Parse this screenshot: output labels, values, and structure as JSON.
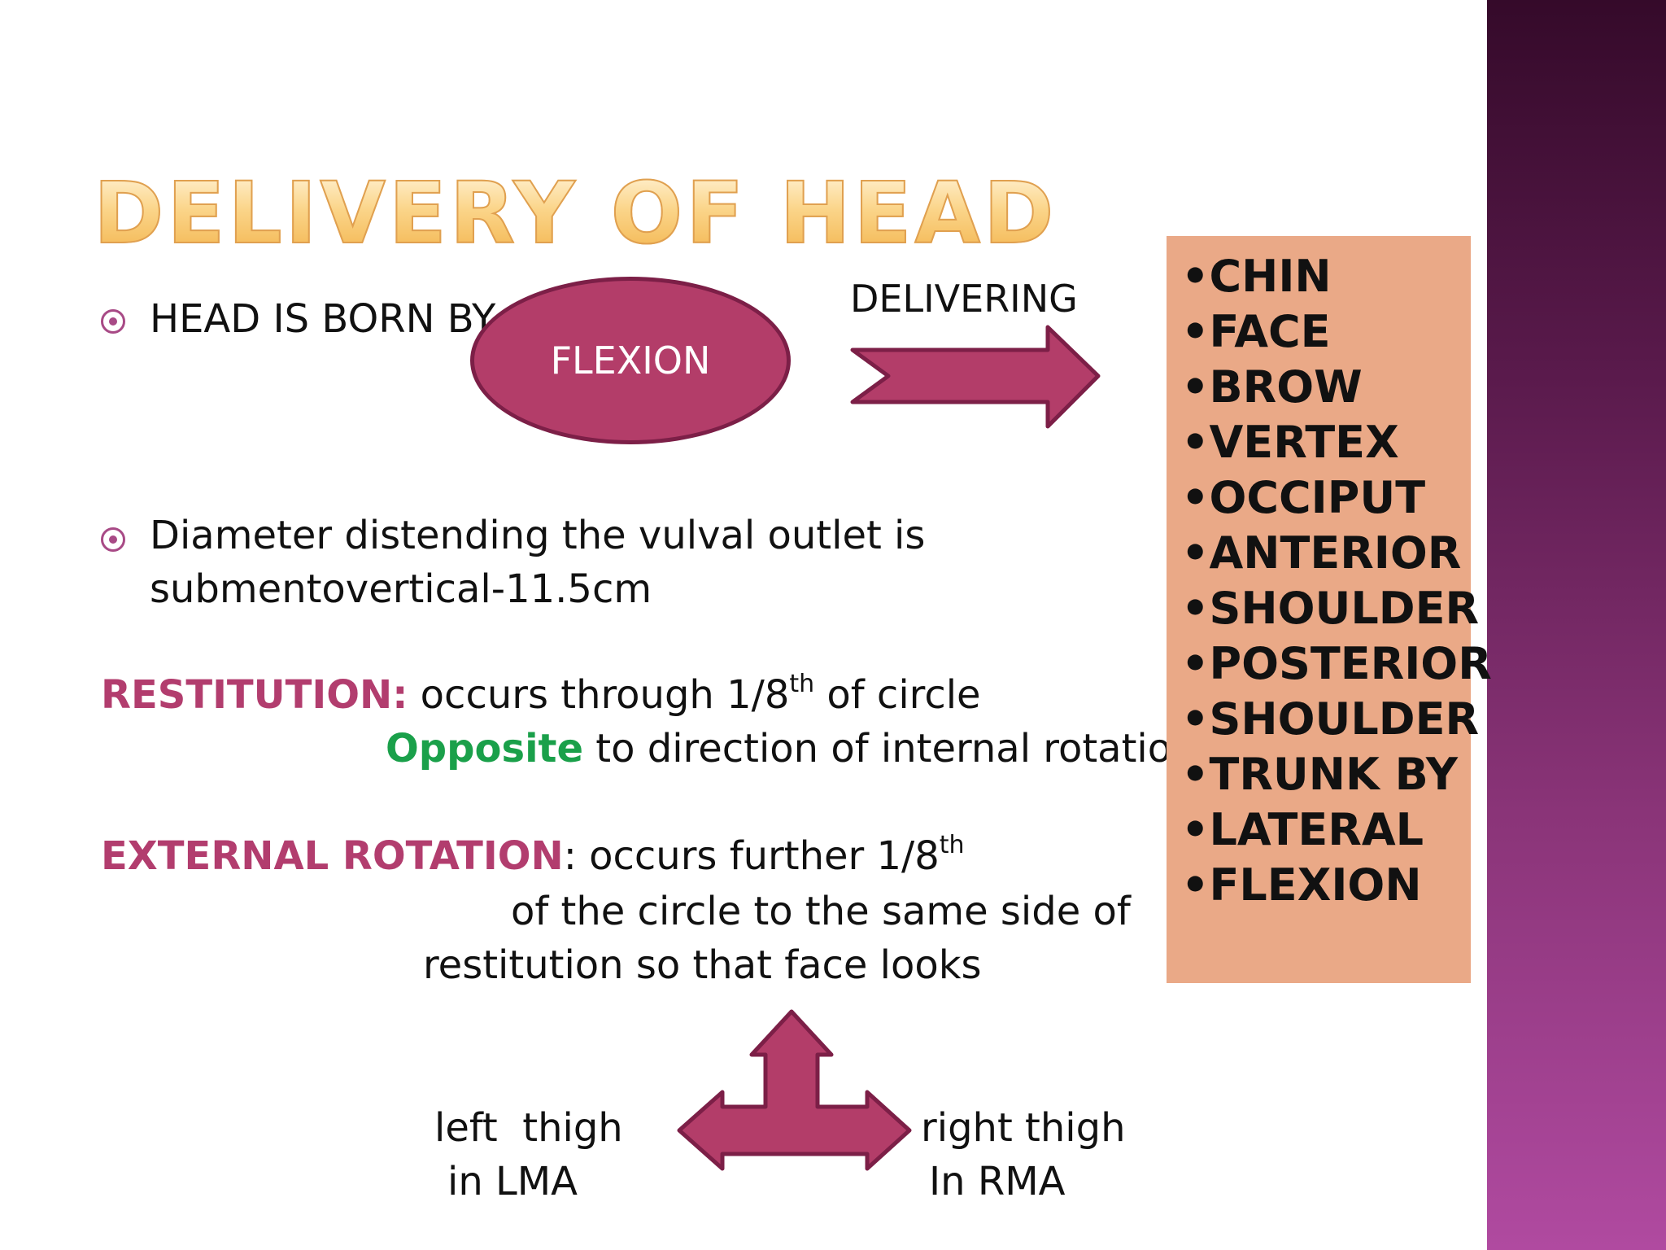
{
  "slide": {
    "title": "DELIVERY OF HEAD",
    "bullet1": "HEAD IS BORN BY",
    "oval_label": "FLEXION",
    "arrow_label": "DELIVERING",
    "bullet2_line1": "Diameter distending the vulval outlet is",
    "bullet2_line2": "submentovertical-11.5cm",
    "restitution": {
      "label": "RESTITUTION:",
      "text_before": " occurs through 1/8",
      "sup": "th",
      "text_after": " of circle",
      "line2_highlight": "Opposite",
      "line2_rest": " to direction of internal rotation"
    },
    "external_rotation": {
      "label": "EXTERNAL ROTATION",
      "text": ": occurs further 1/8",
      "sup": "th",
      "line2": "of the circle to the same side of",
      "line3": "restitution so that face looks"
    },
    "left_label_line1": "left  thigh",
    "left_label_line2": "in LMA",
    "right_label_line1": "right thigh",
    "right_label_line2": "In RMA",
    "side_list": [
      "•CHIN",
      "•FACE",
      "•BROW",
      "•VERTEX",
      "•OCCIPUT",
      "•ANTERIOR",
      "•SHOULDER",
      "•POSTERIOR",
      "•SHOULDER",
      "•TRUNK BY",
      "•LATERAL",
      "•FLEXION"
    ]
  },
  "colors": {
    "accent": "#b33d69",
    "accent_dark": "#7c1f47",
    "green": "#1aa04a",
    "side_box": "#eaa987",
    "title_gold": "#f8d48a"
  }
}
